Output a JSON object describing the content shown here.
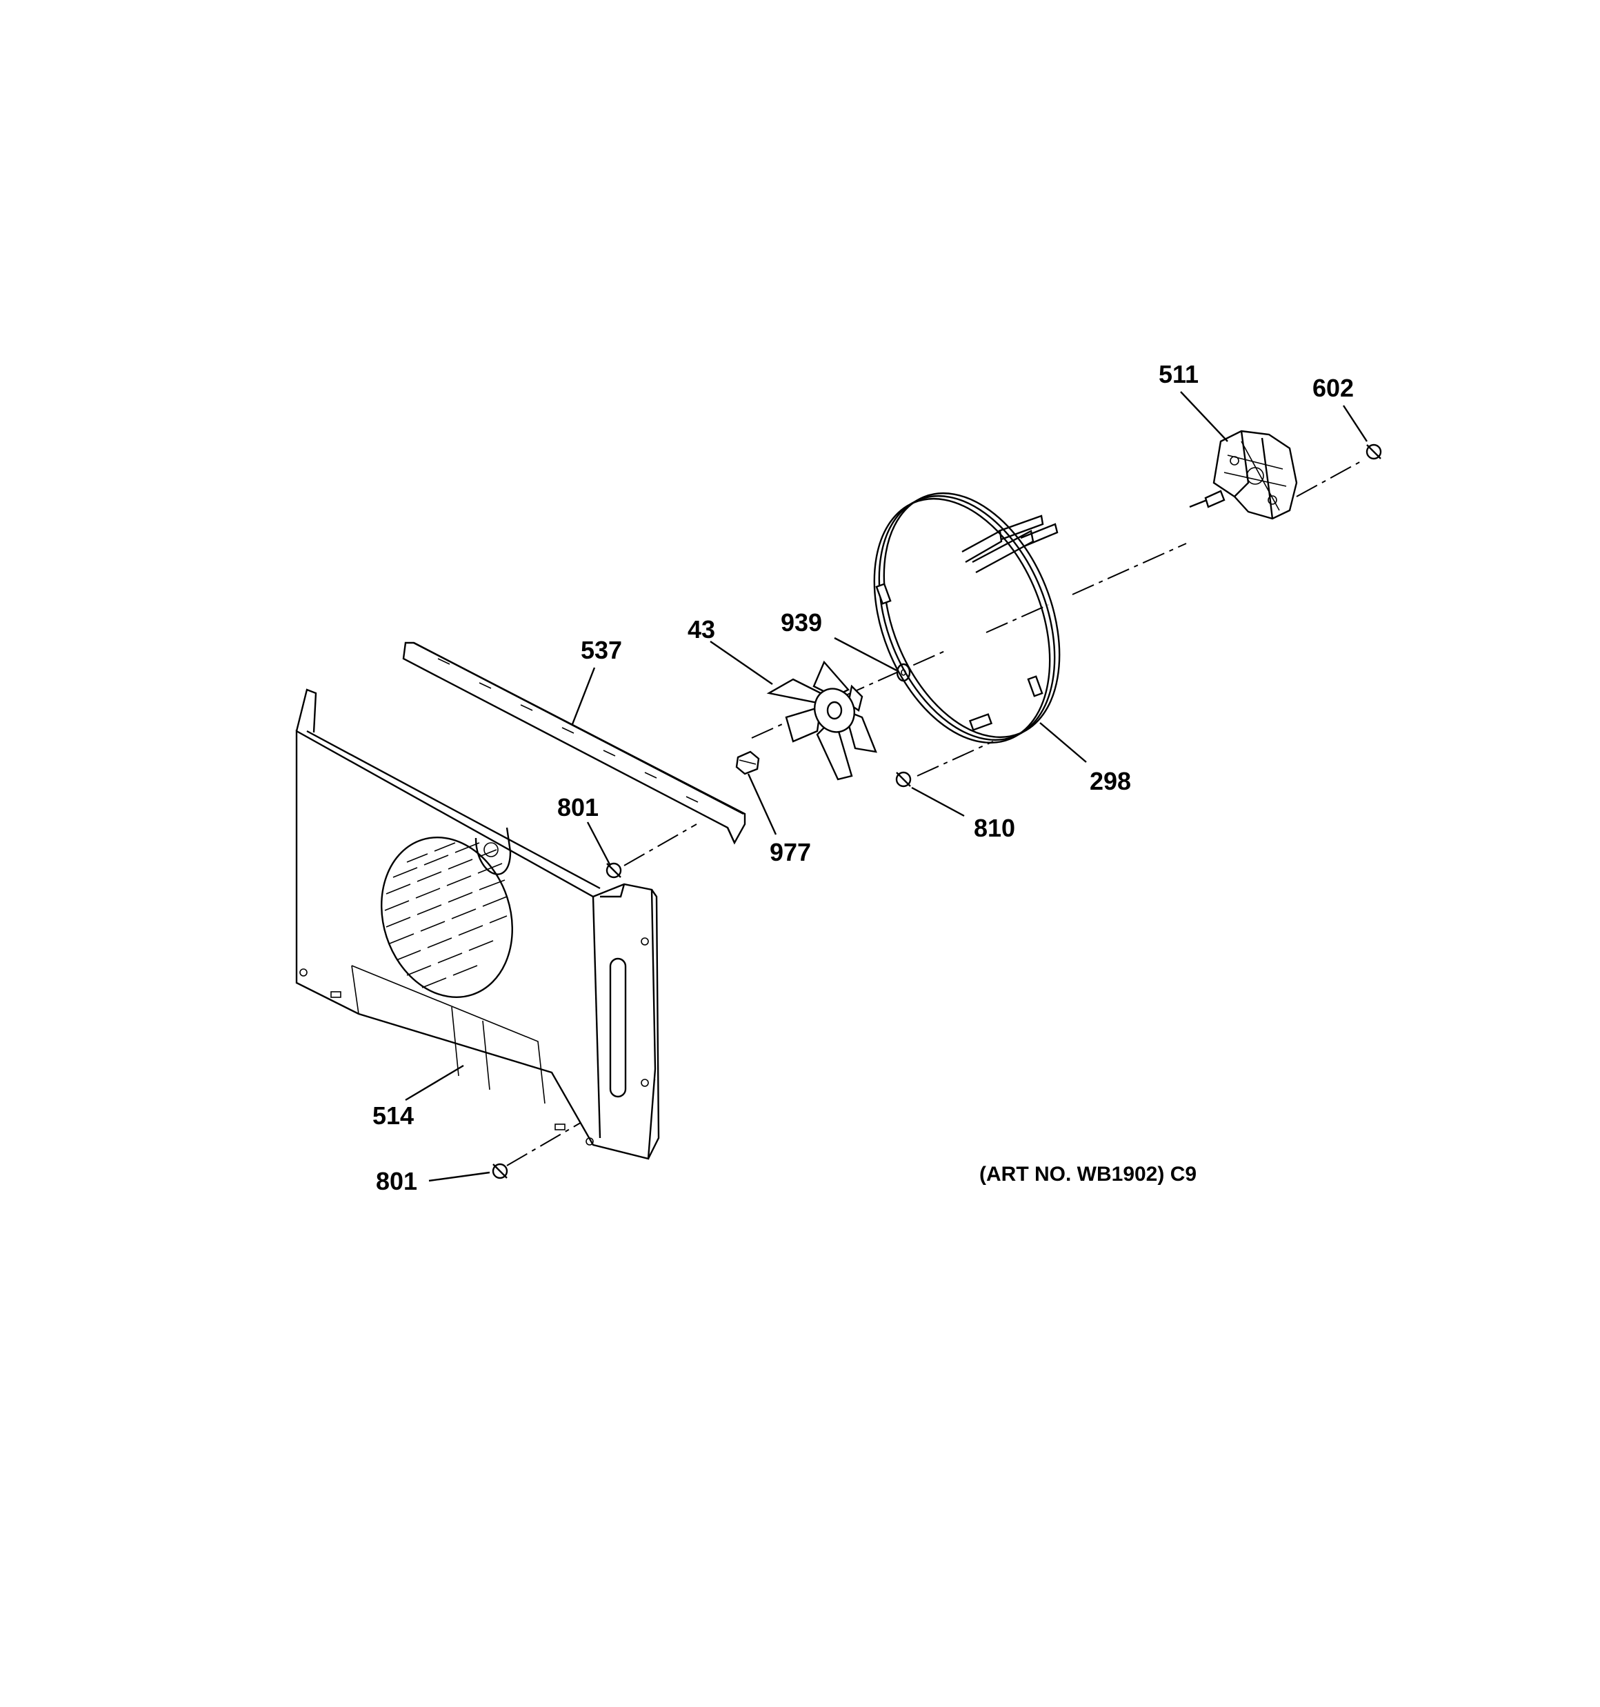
{
  "art_number": "(ART NO. WB1902) C9",
  "callouts": [
    {
      "id": "511",
      "text": "511"
    },
    {
      "id": "602",
      "text": "602"
    },
    {
      "id": "537",
      "text": "537"
    },
    {
      "id": "43",
      "text": "43"
    },
    {
      "id": "939",
      "text": "939"
    },
    {
      "id": "801a",
      "text": "801"
    },
    {
      "id": "977",
      "text": "977"
    },
    {
      "id": "810",
      "text": "810"
    },
    {
      "id": "298",
      "text": "298"
    },
    {
      "id": "514",
      "text": "514"
    },
    {
      "id": "801b",
      "text": "801"
    }
  ]
}
